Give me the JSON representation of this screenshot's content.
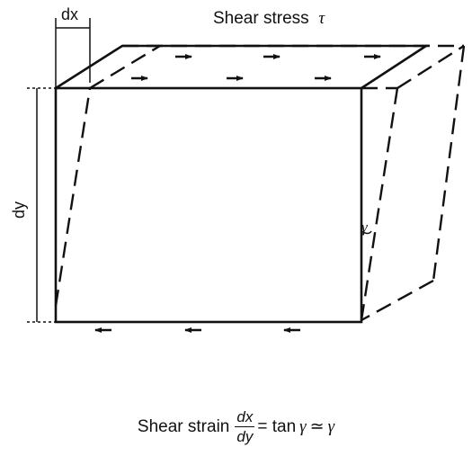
{
  "labels": {
    "dx": "dx",
    "dy": "dy",
    "shear_stress_text": "Shear stress",
    "tau": "τ",
    "gamma": "γ"
  },
  "formula": {
    "prefix": "Shear strain",
    "numerator": "dx",
    "denominator": "dy",
    "rest_a": "= tan",
    "gamma_1": "γ",
    "approx": "≃",
    "gamma_2": "γ"
  },
  "colors": {
    "ink": "#111111",
    "background": "#ffffff"
  }
}
